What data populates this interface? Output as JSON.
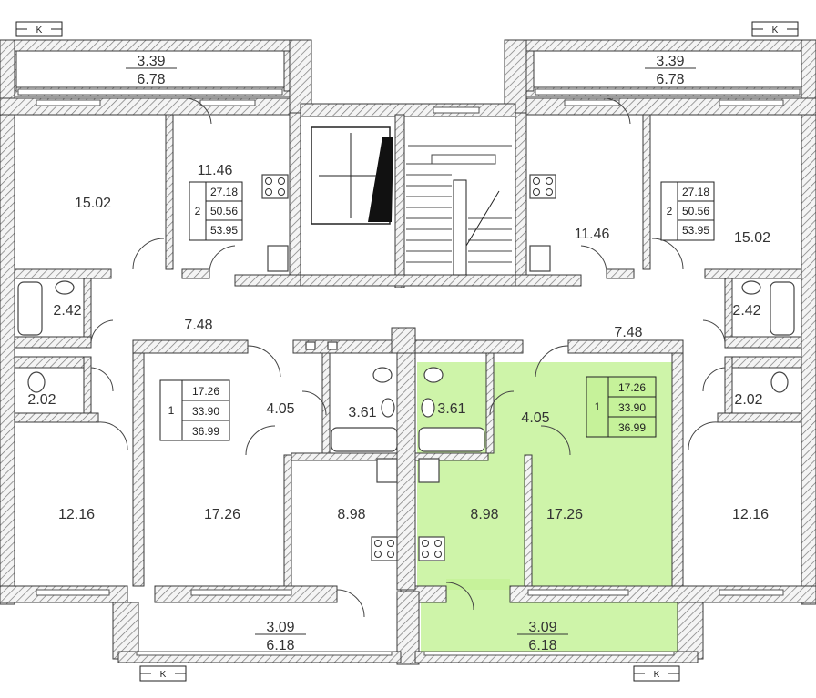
{
  "rooms": {
    "bal_tl_a": "3.39",
    "bal_tl_b": "6.78",
    "bal_tr_a": "3.39",
    "bal_tr_b": "6.78",
    "bal_bl_a": "3.09",
    "bal_bl_b": "6.18",
    "bal_br_a": "3.09",
    "bal_br_b": "6.18",
    "room_tl": "15.02",
    "kitchen_tl": "11.46",
    "room_tr": "15.02",
    "kitchen_tr": "11.46",
    "bath_l": "2.42",
    "bath_r": "2.42",
    "hall_l": "7.48",
    "hall_r": "7.48",
    "wc_l": "2.02",
    "wc_r": "2.02",
    "room_bl": "12.16",
    "room_br": "12.16",
    "room_ml": "17.26",
    "room_mr": "17.26",
    "hall_ml": "4.05",
    "hall_mr": "4.05",
    "bath_ml": "3.61",
    "bath_mr": "3.61",
    "kitchen_ml": "8.98",
    "kitchen_mr": "8.98"
  },
  "apartments": [
    {
      "rooms": "2",
      "living": "27.18",
      "total": "50.56",
      "total_bal": "53.95"
    },
    {
      "rooms": "2",
      "living": "27.18",
      "total": "50.56",
      "total_bal": "53.95"
    },
    {
      "rooms": "1",
      "living": "17.26",
      "total": "33.90",
      "total_bal": "36.99"
    },
    {
      "rooms": "1",
      "living": "17.26",
      "total": "33.90",
      "total_bal": "36.99"
    }
  ],
  "vent_label": "K",
  "colors": {
    "highlight": "#c6f29a",
    "wall_line": "#3a3a3a",
    "text": "#333333"
  }
}
